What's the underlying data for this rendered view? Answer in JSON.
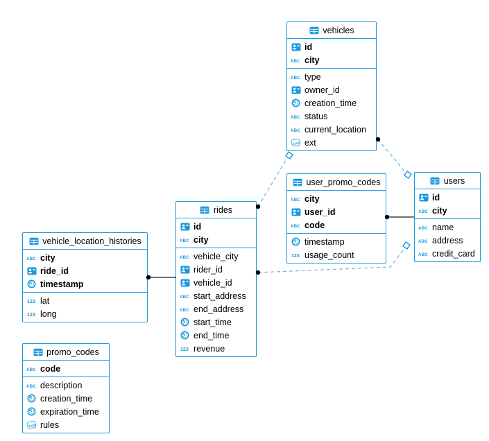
{
  "colors": {
    "table_border": "#1899dd",
    "icon_blue": "#1899dd",
    "connector_dashed": "#6fb9e6",
    "connector_solid": "#1f1f1f",
    "endpoint_dot": "#000000",
    "endpoint_marker_fill": "#ffffff",
    "text": "#000000",
    "background": "#ffffff"
  },
  "diagram": {
    "tables": [
      {
        "id": "vehicles",
        "title": "vehicles",
        "key_fields": [
          {
            "name": "id",
            "icon": "id-card"
          },
          {
            "name": "city",
            "icon": "abc"
          }
        ],
        "fields": [
          {
            "name": "type",
            "icon": "abc"
          },
          {
            "name": "owner_id",
            "icon": "id-card"
          },
          {
            "name": "creation_time",
            "icon": "clock"
          },
          {
            "name": "status",
            "icon": "abc"
          },
          {
            "name": "current_location",
            "icon": "abc"
          },
          {
            "name": "ext",
            "icon": "json"
          }
        ]
      },
      {
        "id": "user_promo_codes",
        "title": "user_promo_codes",
        "key_fields": [
          {
            "name": "city",
            "icon": "abc"
          },
          {
            "name": "user_id",
            "icon": "id-card"
          },
          {
            "name": "code",
            "icon": "abc"
          }
        ],
        "fields": [
          {
            "name": "timestamp",
            "icon": "clock"
          },
          {
            "name": "usage_count",
            "icon": "number"
          }
        ]
      },
      {
        "id": "users",
        "title": "users",
        "key_fields": [
          {
            "name": "id",
            "icon": "id-card"
          },
          {
            "name": "city",
            "icon": "abc"
          }
        ],
        "fields": [
          {
            "name": "name",
            "icon": "abc"
          },
          {
            "name": "address",
            "icon": "abc"
          },
          {
            "name": "credit_card",
            "icon": "abc"
          }
        ]
      },
      {
        "id": "rides",
        "title": "rides",
        "key_fields": [
          {
            "name": "id",
            "icon": "id-card"
          },
          {
            "name": "city",
            "icon": "abc"
          }
        ],
        "fields": [
          {
            "name": "vehicle_city",
            "icon": "abc"
          },
          {
            "name": "rider_id",
            "icon": "id-card"
          },
          {
            "name": "vehicle_id",
            "icon": "id-card"
          },
          {
            "name": "start_address",
            "icon": "abc"
          },
          {
            "name": "end_address",
            "icon": "abc"
          },
          {
            "name": "start_time",
            "icon": "clock"
          },
          {
            "name": "end_time",
            "icon": "clock"
          },
          {
            "name": "revenue",
            "icon": "number"
          }
        ]
      },
      {
        "id": "vehicle_location_histories",
        "title": "vehicle_location_histories",
        "key_fields": [
          {
            "name": "city",
            "icon": "abc"
          },
          {
            "name": "ride_id",
            "icon": "id-card"
          },
          {
            "name": "timestamp",
            "icon": "clock"
          }
        ],
        "fields": [
          {
            "name": "lat",
            "icon": "number"
          },
          {
            "name": "long",
            "icon": "number"
          }
        ]
      },
      {
        "id": "promo_codes",
        "title": "promo_codes",
        "key_fields": [
          {
            "name": "code",
            "icon": "abc"
          }
        ],
        "fields": [
          {
            "name": "description",
            "icon": "abc"
          },
          {
            "name": "creation_time",
            "icon": "clock"
          },
          {
            "name": "expiration_time",
            "icon": "clock"
          },
          {
            "name": "rules",
            "icon": "json"
          }
        ]
      }
    ],
    "relationships": [
      {
        "from": "rides",
        "to": "vehicles",
        "style": "dashed"
      },
      {
        "from": "vehicles",
        "to": "users",
        "style": "dashed"
      },
      {
        "from": "user_promo_codes",
        "to": "users",
        "style": "solid"
      },
      {
        "from": "vehicle_location_histories",
        "to": "rides",
        "style": "solid"
      },
      {
        "from": "rides",
        "to": "users",
        "style": "dashed"
      }
    ]
  }
}
